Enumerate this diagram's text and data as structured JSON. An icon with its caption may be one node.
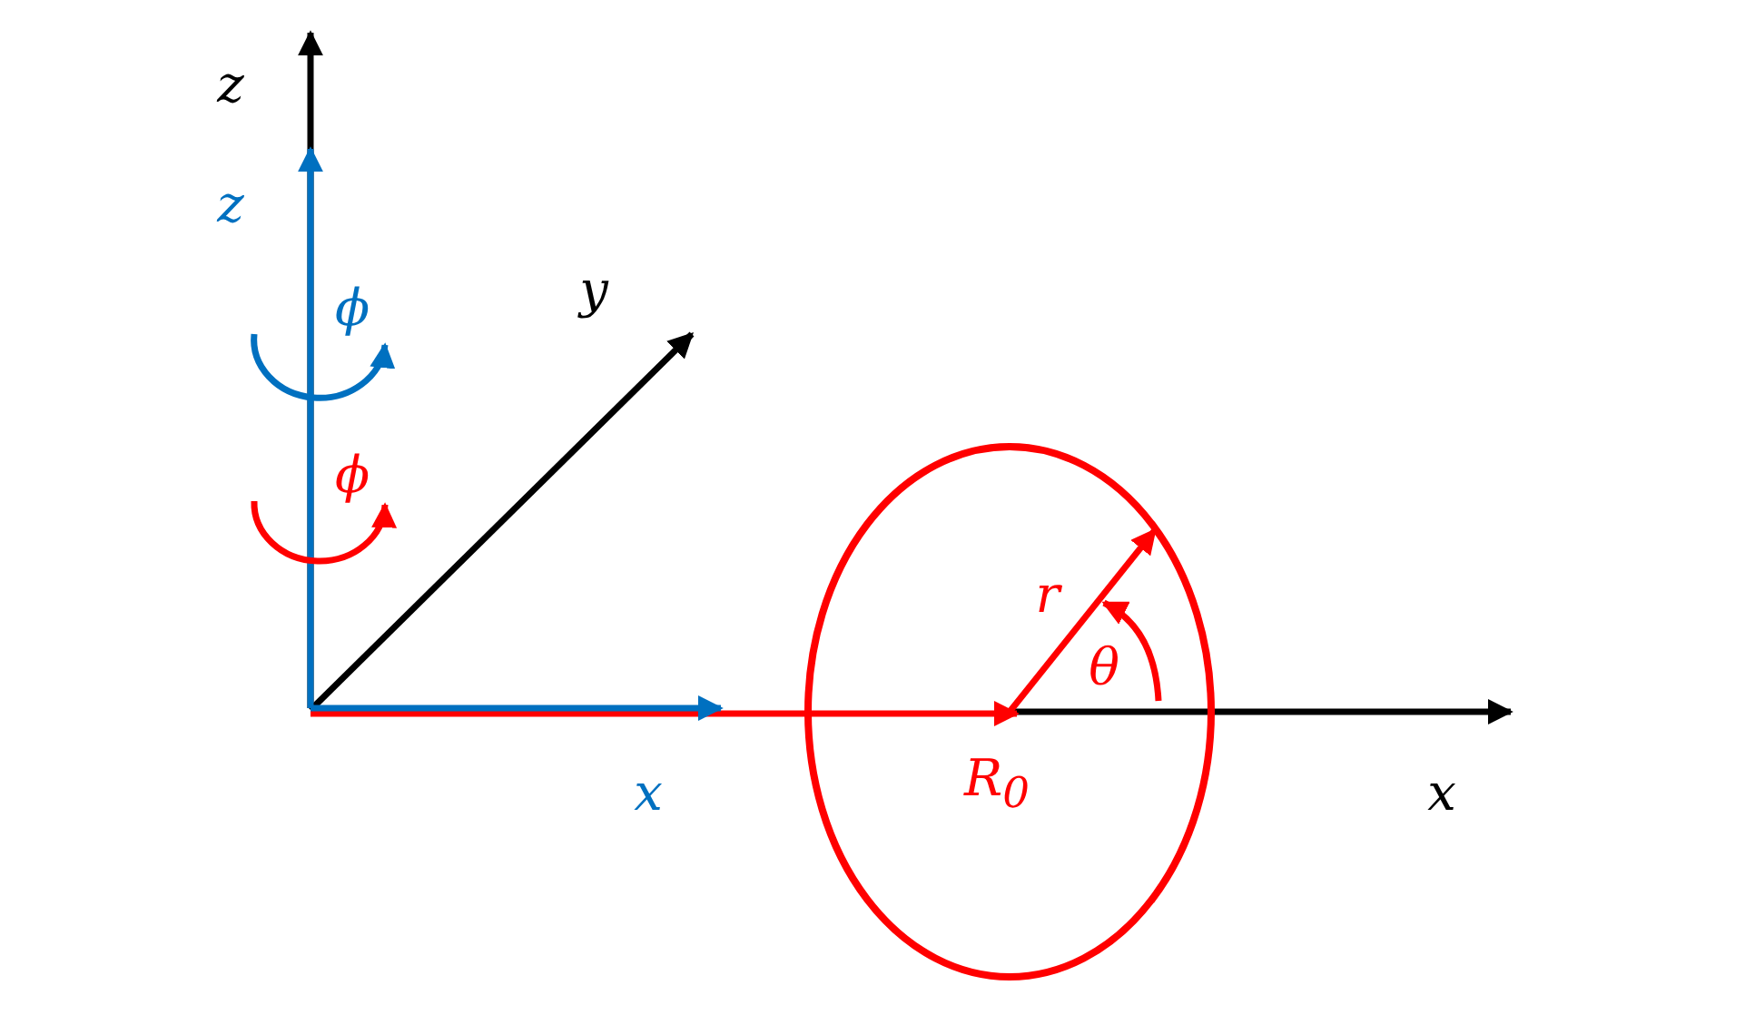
{
  "diagram": {
    "labels": [
      "z",
      "z",
      "ϕ",
      "y",
      "ϕ",
      "r",
      "θ",
      "x",
      "R$_{0}$",
      "x"
    ]
  }
}
